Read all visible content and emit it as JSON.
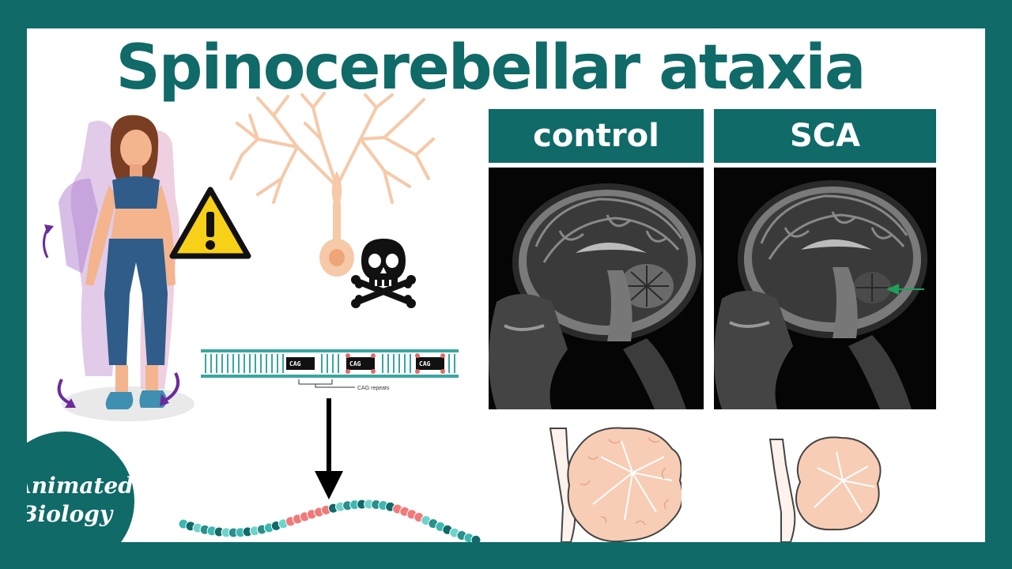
{
  "title": "Spinocerebellar ataxia",
  "labels": {
    "control": "control",
    "sca": "SCA"
  },
  "dna": {
    "repeat_label": "CAG",
    "note": "CAG repeats"
  },
  "logo": {
    "line1": "Animated",
    "line2": "Biology"
  },
  "colors": {
    "teal": "#0f6a68",
    "white": "#ffffff",
    "warning": "#f7d117",
    "neuron": "#f6c9a8"
  }
}
